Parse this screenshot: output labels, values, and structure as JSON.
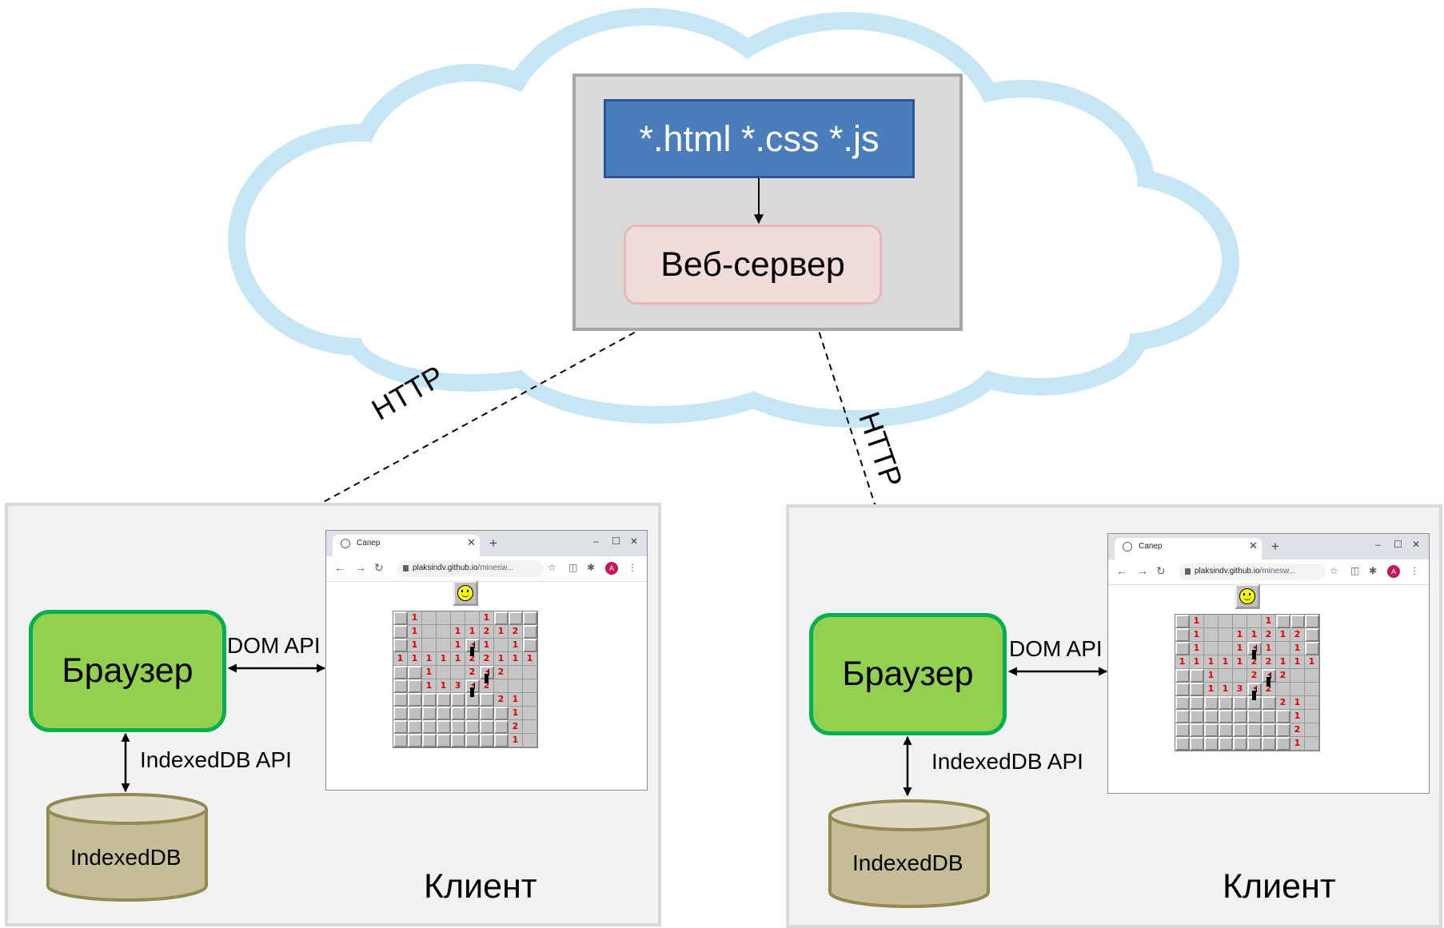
{
  "server": {
    "files_label": "*.html *.css *.js",
    "webserver_label": "Веб-сервер"
  },
  "connections": {
    "left_http_label": "HTTP",
    "right_http_label": "HTTP"
  },
  "clients": [
    {
      "panel_label": "Клиент",
      "browser_label": "Браузер",
      "dom_api_label": "DOM API",
      "indexeddb_api_label": "IndexedDB API",
      "db_label": "IndexedDB",
      "window": {
        "tab_title": "Сапер",
        "url_host": "plaksindv.github.io",
        "url_path": "/minesw...",
        "avatar_letter": "A"
      }
    },
    {
      "panel_label": "Клиент",
      "browser_label": "Браузер",
      "dom_api_label": "DOM API",
      "indexeddb_api_label": "IndexedDB API",
      "db_label": "IndexedDB",
      "window": {
        "tab_title": "Сапер",
        "url_host": "plaksindv.github.io",
        "url_path": "/minesw...",
        "avatar_letter": "A"
      }
    }
  ],
  "minesweeper_board": [
    [
      "c",
      "1",
      "",
      "",
      "",
      "",
      "1",
      "c",
      "c",
      "c"
    ],
    [
      "c",
      "1",
      "",
      "",
      "1",
      "1",
      "2",
      "1",
      "2",
      "c"
    ],
    [
      "c",
      "1",
      "",
      "",
      "1",
      "f",
      "1",
      "",
      "1",
      "c"
    ],
    [
      "1",
      "1",
      "1",
      "1",
      "1",
      "2",
      "2",
      "1",
      "1",
      "1"
    ],
    [
      "c",
      "c",
      "1",
      "",
      "",
      "2",
      "f",
      "2",
      "",
      ""
    ],
    [
      "c",
      "c",
      "1",
      "1",
      "3",
      "f",
      "2",
      "",
      "",
      ""
    ],
    [
      "c",
      "c",
      "c",
      "c",
      "c",
      "c",
      "c",
      "2",
      "1",
      ""
    ],
    [
      "c",
      "c",
      "c",
      "c",
      "c",
      "c",
      "c",
      "c",
      "1",
      ""
    ],
    [
      "c",
      "c",
      "c",
      "c",
      "c",
      "c",
      "c",
      "c",
      "2",
      ""
    ],
    [
      "c",
      "c",
      "c",
      "c",
      "c",
      "c",
      "c",
      "c",
      "1",
      ""
    ]
  ],
  "colors": {
    "cloud_fill": "#ffffff",
    "cloud_outline": "#c6e5f5",
    "server_box": "#d9d9d9",
    "files_box": "#4a7ebb",
    "webserver_box": "#f2dcdb",
    "browser_box": "#92d050",
    "database": "#c4bd97",
    "client_panel": "#f2f2f2"
  }
}
